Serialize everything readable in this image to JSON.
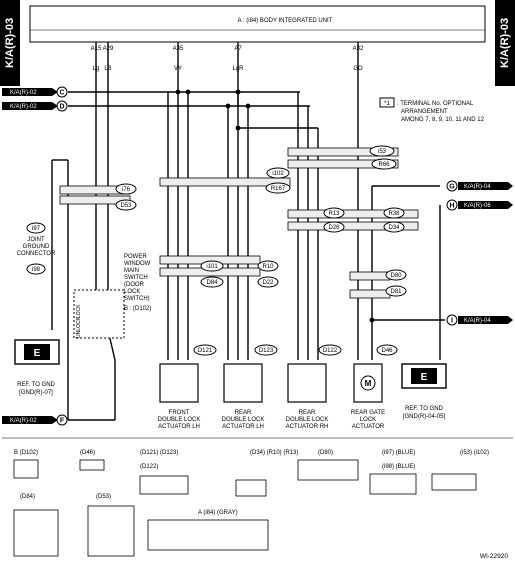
{
  "page": {
    "section_code": "K/A(R)-03",
    "figure_id": "WI-22920"
  },
  "unit": {
    "label": "A : (i84) BODY INTEGRATED UNIT",
    "pins": [
      {
        "pin": "A15",
        "color": "Lg"
      },
      {
        "pin": "A29",
        "color": "LB"
      },
      {
        "pin": "A35",
        "color": "VY"
      },
      {
        "pin": "A7",
        "color": "LgR"
      },
      {
        "pin": "A32",
        "color": "GO"
      }
    ]
  },
  "refs_left": [
    {
      "code": "K/A(R)-02",
      "letter": "C"
    },
    {
      "code": "K/A(R)-02",
      "letter": "D"
    },
    {
      "code": "K/A(R)-02",
      "letter": "F"
    }
  ],
  "refs_right": [
    {
      "code": "K/A(R)-04",
      "letter": "G"
    },
    {
      "code": "K/A(R)-06",
      "letter": "H"
    },
    {
      "code": "K/A(R)-04",
      "letter": "I"
    }
  ],
  "note": {
    "marker": "*1",
    "text_line1": ": TERMINAL No. OPTIONAL",
    "text_line2": "ARRANGEMENT",
    "text_line3": "AMONG 7, 8, 9, 10, 11 AND 12"
  },
  "connectors": {
    "i53": "i53",
    "r66": "R66",
    "i76": "i76",
    "d53": "D53",
    "i102": "i102",
    "r167": "R167",
    "r13": "R13",
    "d26": "D26",
    "r38": "R38",
    "d34": "D34",
    "i97": "i97",
    "i98": "i98",
    "i101": "i101",
    "d84": "D84",
    "r10": "R10",
    "d22": "D22",
    "d80": "D80",
    "d81": "D81",
    "d102": "D102",
    "d121": "D121",
    "d123": "D123",
    "d122": "D122",
    "d46": "D46"
  },
  "ground_left": {
    "connector_title_1": "JOINT",
    "connector_title_2": "GROUND",
    "connector_title_3": "CONNECTOR",
    "symbol": "E",
    "ref_1": "REF. TO GND",
    "ref_2": "[GND(R)-07]"
  },
  "ground_right": {
    "symbol": "E",
    "ref_1": "REF. TO GND",
    "ref_2": "[GND(R)-04-05]"
  },
  "switch": {
    "title_1": "POWER",
    "title_2": "WINDOW",
    "title_3": "MAIN",
    "title_4": "SWITCH",
    "title_5": "(DOOR",
    "title_6": "LOCK",
    "title_7": "SWITCH)",
    "conn_label": "B : (D102)",
    "lock": "LOCK",
    "unlock": "UNLOCK"
  },
  "actuators": [
    {
      "line1": "FRONT",
      "line2": "DOUBLE LOCK",
      "line3": "ACTUATOR LH"
    },
    {
      "line1": "REAR",
      "line2": "DOUBLE LOCK",
      "line3": "ACTUATOR LH"
    },
    {
      "line1": "REAR",
      "line2": "DOUBLE LOCK",
      "line3": "ACTUATOR RH"
    },
    {
      "line1": "REAR GATE",
      "line2": "LOCK",
      "line3": "ACTUATOR"
    }
  ],
  "motor_symbol": "M",
  "bottom": {
    "b_d102": "B (D102)",
    "d46": "(D46)",
    "d121_d123": "(D121) (D123)",
    "d122": "(D122)",
    "d34_r10_r13": "(D34) (R10) (R13)",
    "d80": "(D80)",
    "i97_blue": "(i97) (BLUE)",
    "i98_blue": "(i98) (BLUE)",
    "i53_i102": "(i53) (i102)",
    "d84": "(D84)",
    "d53": "(D53)",
    "i84_gray": "A (i84) (GRAY)"
  }
}
